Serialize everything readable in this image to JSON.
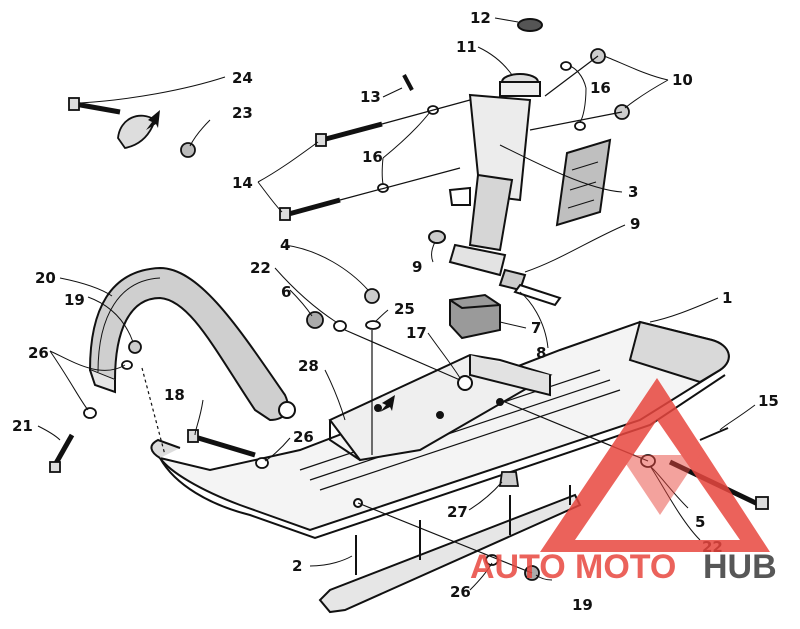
{
  "callouts": [
    {
      "id": "c1",
      "text": "1"
    },
    {
      "id": "c2",
      "text": "2"
    },
    {
      "id": "c3",
      "text": "3"
    },
    {
      "id": "c4",
      "text": "4"
    },
    {
      "id": "c5",
      "text": "5"
    },
    {
      "id": "c6",
      "text": "6"
    },
    {
      "id": "c7",
      "text": "7"
    },
    {
      "id": "c8",
      "text": "8"
    },
    {
      "id": "c9a",
      "text": "9"
    },
    {
      "id": "c9b",
      "text": "9"
    },
    {
      "id": "c10",
      "text": "10"
    },
    {
      "id": "c11",
      "text": "11"
    },
    {
      "id": "c12",
      "text": "12"
    },
    {
      "id": "c13",
      "text": "13"
    },
    {
      "id": "c14",
      "text": "14"
    },
    {
      "id": "c15",
      "text": "15"
    },
    {
      "id": "c16a",
      "text": "16"
    },
    {
      "id": "c16b",
      "text": "16"
    },
    {
      "id": "c17",
      "text": "17"
    },
    {
      "id": "c18",
      "text": "18"
    },
    {
      "id": "c19a",
      "text": "19"
    },
    {
      "id": "c19b",
      "text": "19"
    },
    {
      "id": "c20",
      "text": "20"
    },
    {
      "id": "c21",
      "text": "21"
    },
    {
      "id": "c22a",
      "text": "22"
    },
    {
      "id": "c22b",
      "text": "22"
    },
    {
      "id": "c23",
      "text": "23"
    },
    {
      "id": "c24",
      "text": "24"
    },
    {
      "id": "c25",
      "text": "25"
    },
    {
      "id": "c26a",
      "text": "26"
    },
    {
      "id": "c26b",
      "text": "26"
    },
    {
      "id": "c26c",
      "text": "26"
    },
    {
      "id": "c27",
      "text": "27"
    },
    {
      "id": "c28",
      "text": "28"
    }
  ],
  "watermark": {
    "word_auto": "AUTO",
    "word_moto": "MOTO",
    "word_hub": "HUB",
    "color_red": "#e8473f",
    "color_dark": "#3a3a3a"
  },
  "colors": {
    "ink": "#111111",
    "paper": "#ffffff",
    "shade": "#cfcfcf"
  }
}
